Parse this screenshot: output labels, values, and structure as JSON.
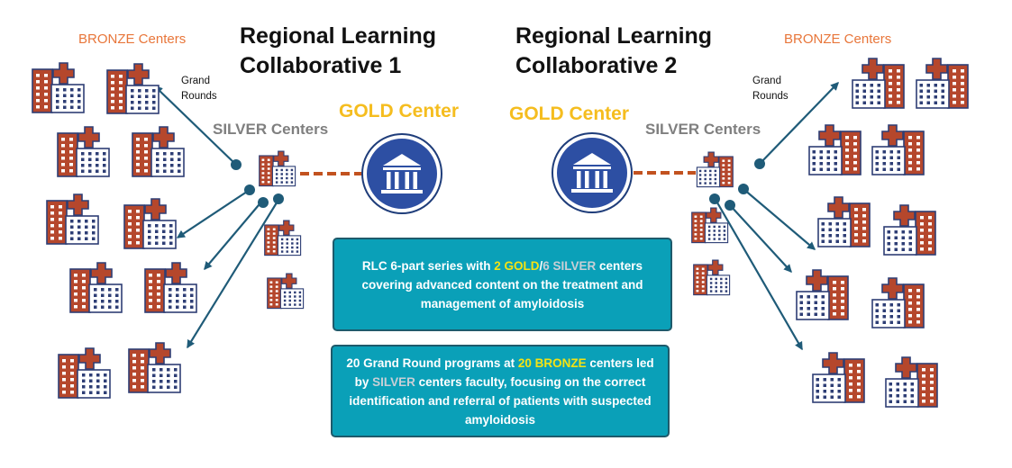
{
  "collaboratives": [
    {
      "title_line1": "Regional Learning",
      "title_line2": "Collaborative 1"
    },
    {
      "title_line1": "Regional Learning",
      "title_line2": "Collaborative 2"
    }
  ],
  "labels": {
    "bronze": "BRONZE Centers",
    "silver": "SILVER Centers",
    "gold": "GOLD Center",
    "grand_line1": "Grand",
    "grand_line2": "Rounds"
  },
  "box1": {
    "t1": "RLC 6-part series with ",
    "gold": "2 GOLD",
    "slash": "/",
    "silver": "6 SILVER",
    "t2": " centers covering advanced content on the treatment and management of amyloidosis"
  },
  "box2": {
    "t1": "20 Grand Round programs at ",
    "bronze": "20 BRONZE",
    "t2": " centers led by ",
    "silver": "SILVER",
    "t3": " centers faculty, focusing on the correct identification and referral of patients with suspected amyloidosis"
  },
  "colors": {
    "accent_teal": "#0aa0b8",
    "arrow_navy": "#1f5b78",
    "dash_orange": "#c2521f",
    "building_red": "#b5472c",
    "building_outline": "#2e3e75",
    "gold_text": "#f5bd1f",
    "bronze_text": "#e8763a",
    "silver_text": "#7f7f7f",
    "gold_icon_blue": "#2d4fa3"
  },
  "icons": [
    "hospital-building-icon",
    "gold-center-bank-icon"
  ]
}
